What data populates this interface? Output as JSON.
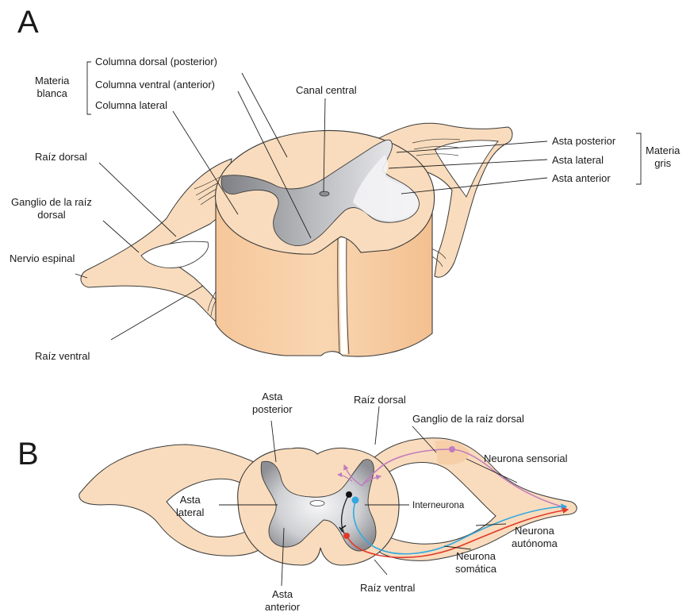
{
  "panel_a": {
    "letter": "A",
    "materia_blanca": "Materia\nblanca",
    "columna_dorsal": "Columna dorsal (posterior)",
    "columna_ventral": "Columna ventral (anterior)",
    "columna_lateral": "Columna lateral",
    "canal_central": "Canal central",
    "raiz_dorsal": "Raíz dorsal",
    "ganglio": "Ganglio de la raíz\ndorsal",
    "nervio_espinal": "Nervio espinal",
    "raiz_ventral": "Raíz ventral",
    "asta_posterior": "Asta posterior",
    "asta_lateral": "Asta lateral",
    "asta_anterior": "Asta  anterior",
    "materia_gris": "Materia\ngris"
  },
  "panel_b": {
    "letter": "B",
    "asta_posterior": "Asta\nposterior",
    "raiz_dorsal": "Raíz dorsal",
    "ganglio": "Ganglio de la raíz dorsal",
    "neurona_sensorial": "Neurona sensorial",
    "asta_lateral": "Asta\nlateral",
    "interneurona": "Interneurona",
    "neurona_autonoma": "Neurona\nautónoma",
    "neurona_somatica": "Neurona\nsomática",
    "raiz_ventral": "Raíz ventral",
    "asta_anterior": "Asta\nanterior"
  },
  "colors": {
    "white_matter": "#f9dcbd",
    "white_matter_side": "#f5c99d",
    "gray_matter_dark": "#8e8e92",
    "gray_matter_light": "#f3f3f5",
    "outline": "#3a3a3a",
    "sensory_neuron": "#c27bbf",
    "somatic_neuron": "#33a9e0",
    "autonomic_neuron": "#e23a2a"
  }
}
